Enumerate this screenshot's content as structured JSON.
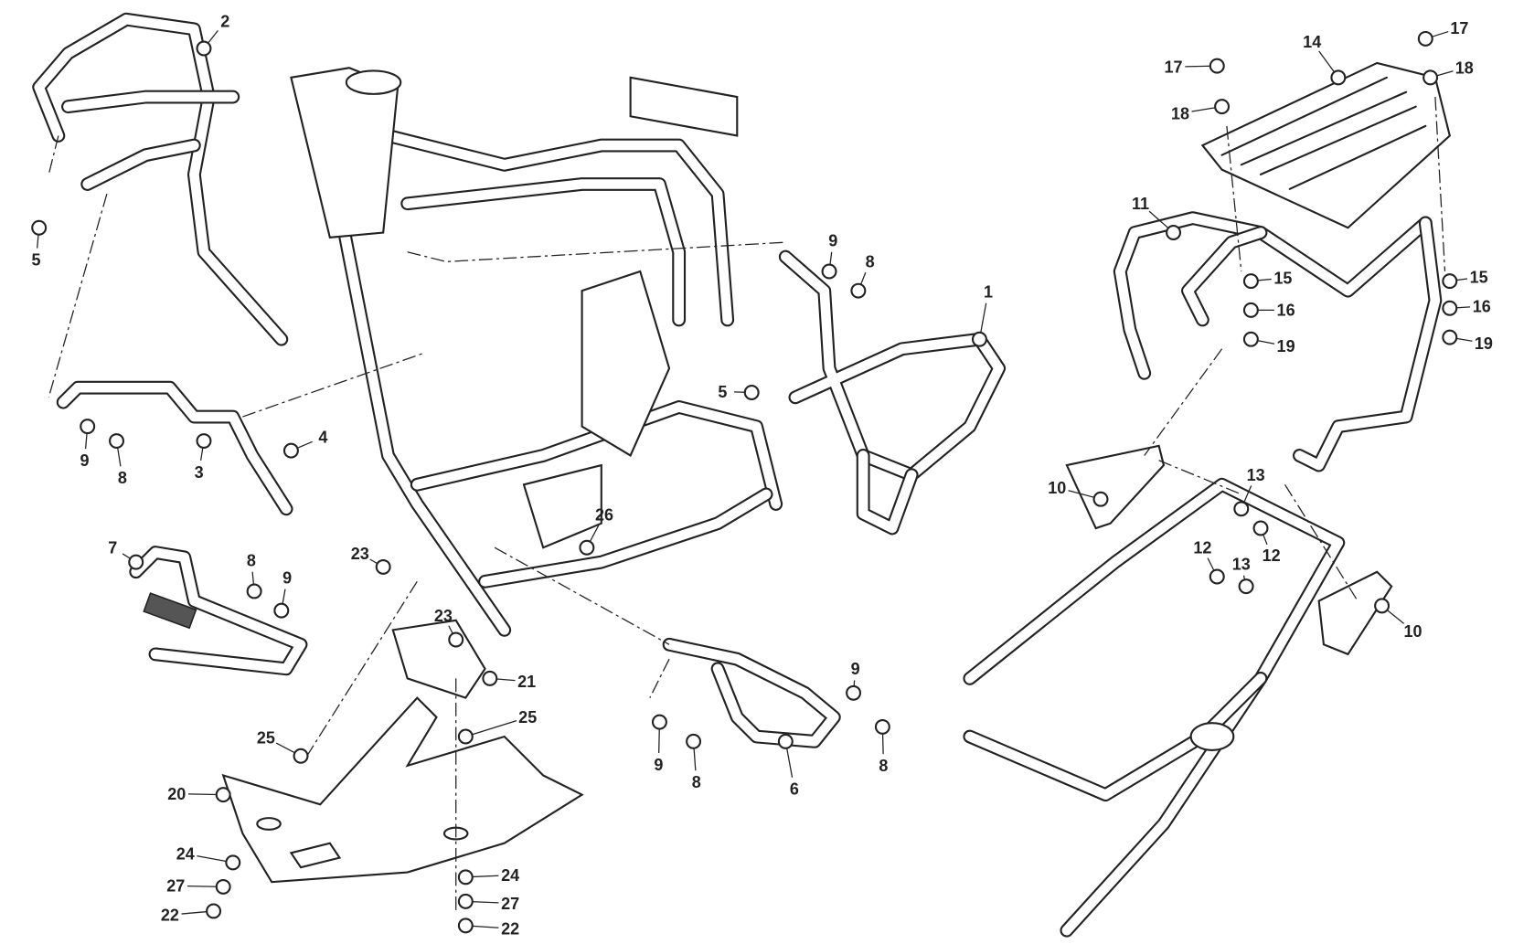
{
  "diagram": {
    "callouts": [
      "2",
      "5",
      "9",
      "8",
      "3",
      "4",
      "7",
      "8",
      "9",
      "23",
      "23",
      "21",
      "25",
      "25",
      "20",
      "24",
      "27",
      "22",
      "24",
      "27",
      "22",
      "26",
      "9",
      "8",
      "5",
      "1",
      "9",
      "8",
      "9",
      "8",
      "6",
      "17",
      "18",
      "14",
      "17",
      "18",
      "11",
      "15",
      "16",
      "19",
      "15",
      "16",
      "19",
      "10",
      "13",
      "12",
      "12",
      "13",
      "10"
    ]
  }
}
